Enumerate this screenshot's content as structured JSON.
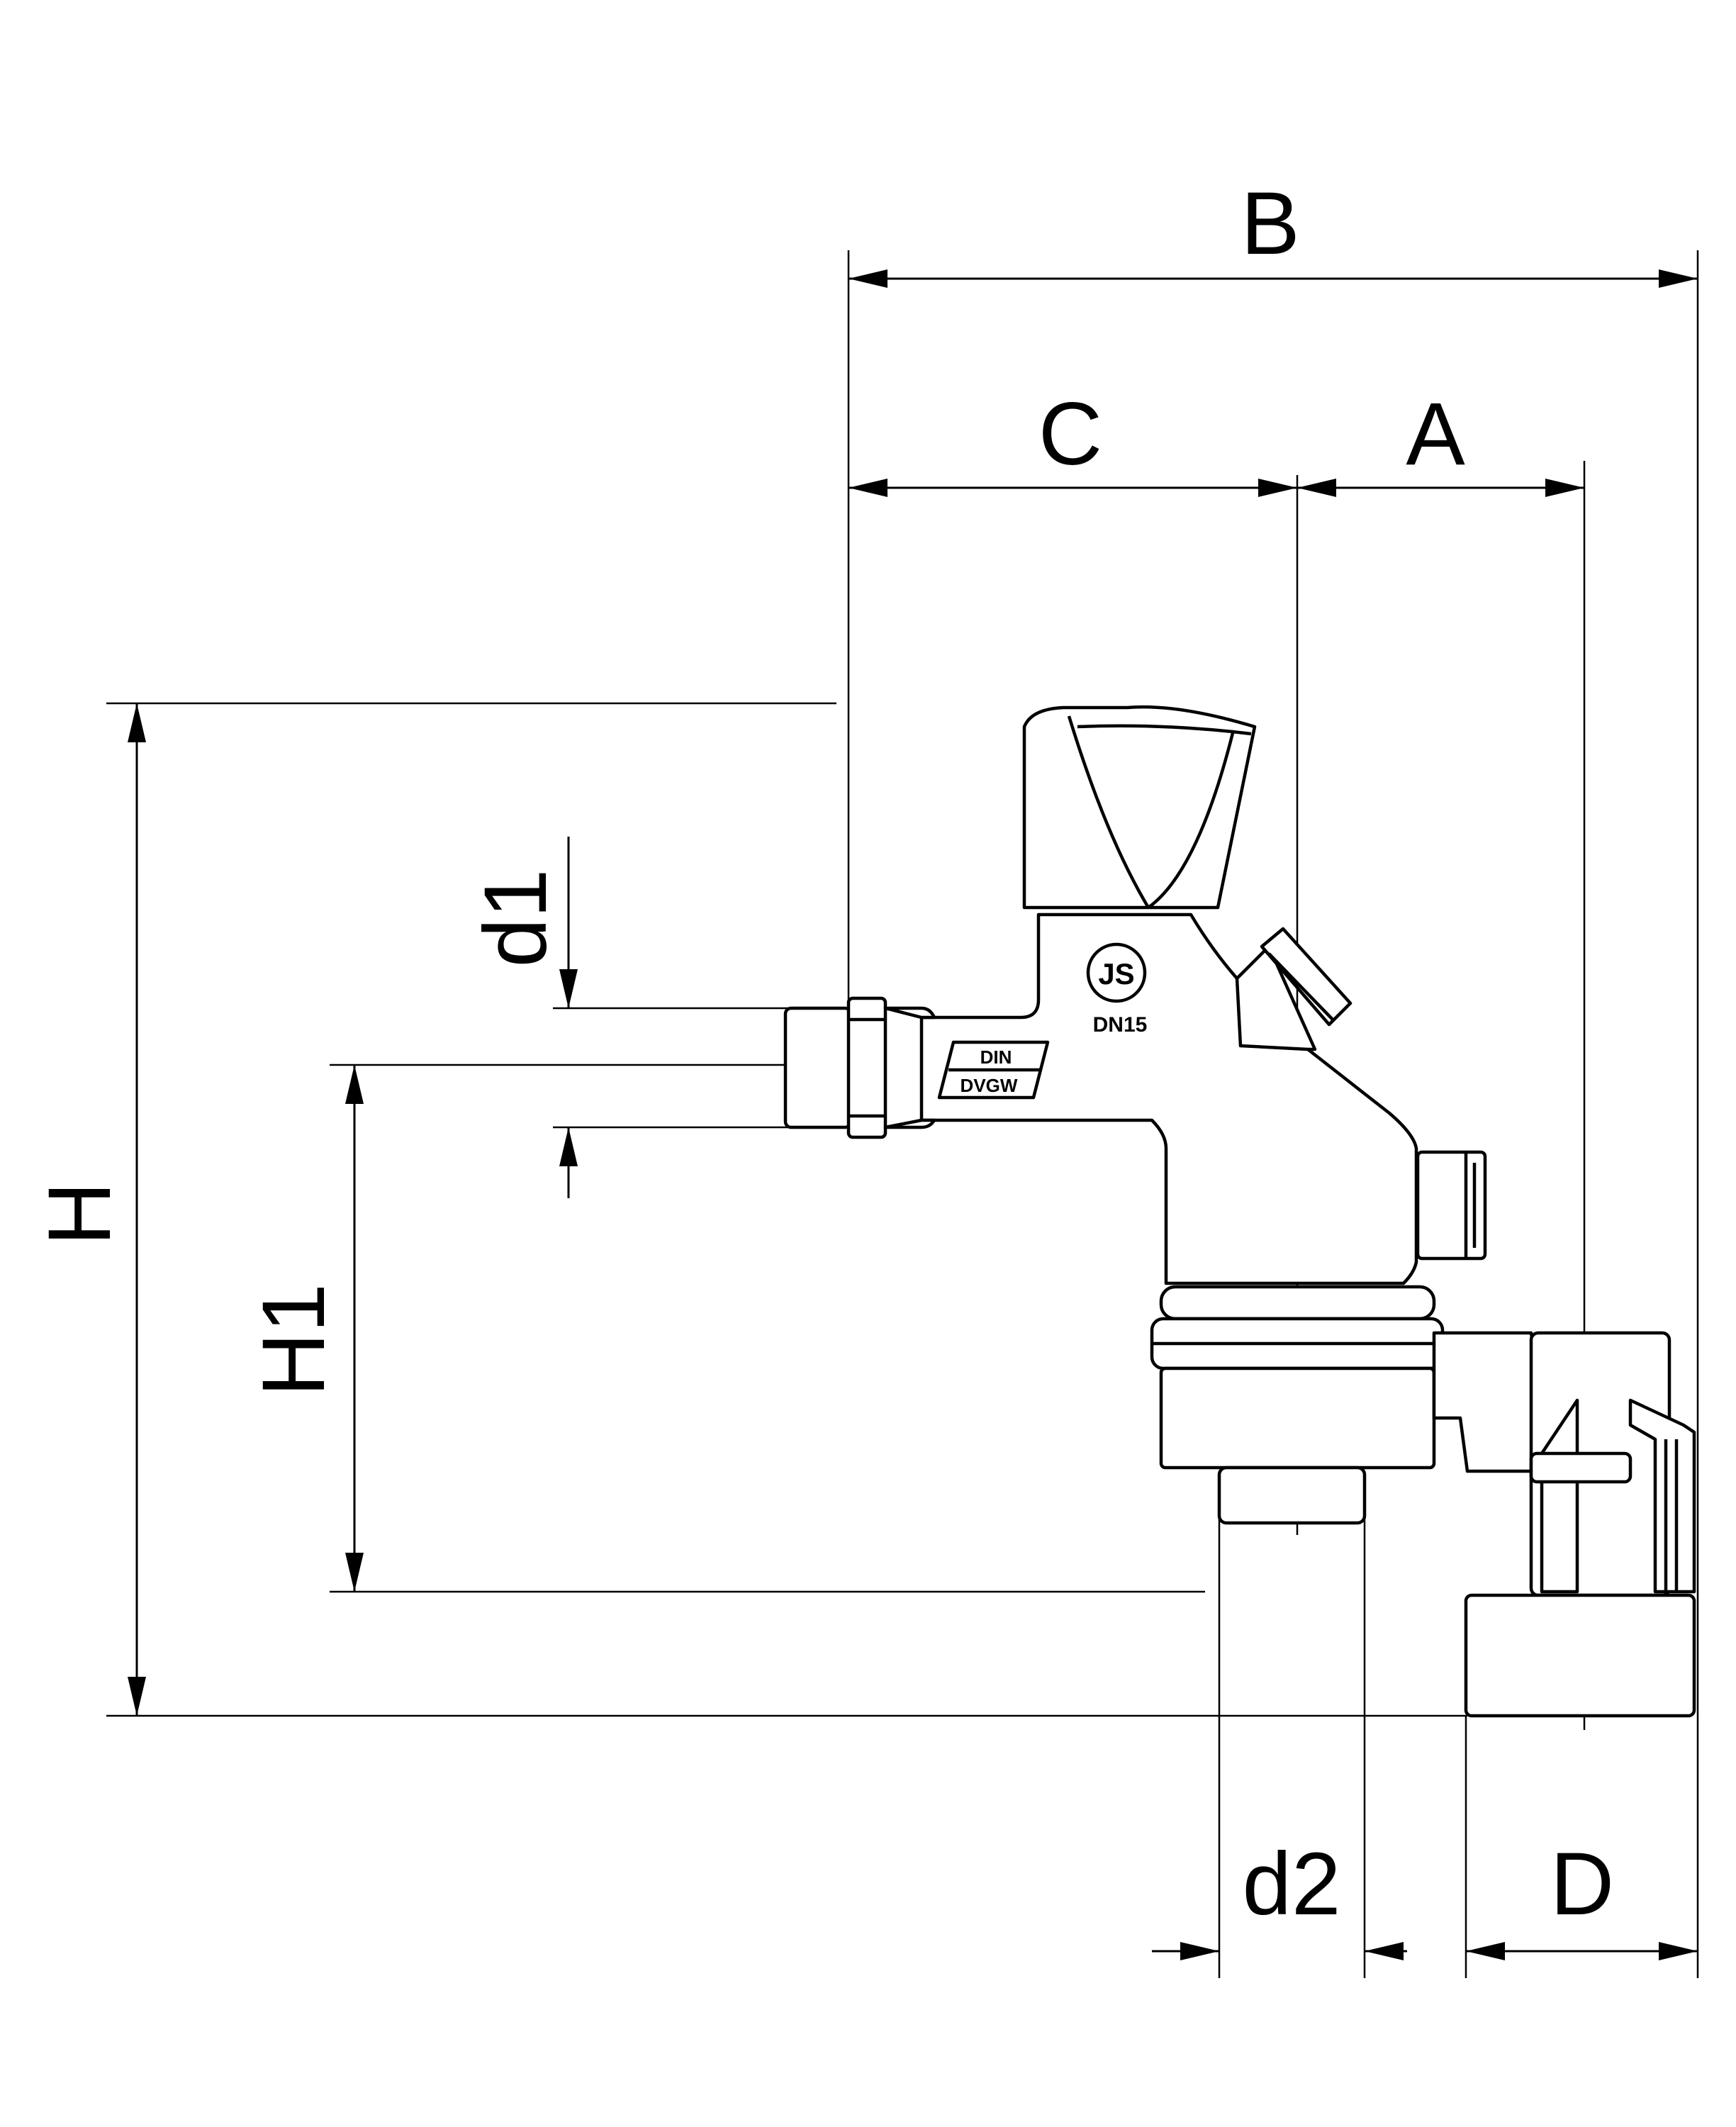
{
  "dimensions": {
    "B": "B",
    "C": "C",
    "A": "A",
    "H": "H",
    "H1": "H1",
    "d1": "d1",
    "d2": "d2",
    "D": "D"
  },
  "markings": {
    "logo": "JS",
    "nominal_size": "DN15",
    "standard_1": "DIN",
    "standard_2": "DVGW"
  },
  "colors": {
    "line": "#000000",
    "background": "#ffffff"
  }
}
